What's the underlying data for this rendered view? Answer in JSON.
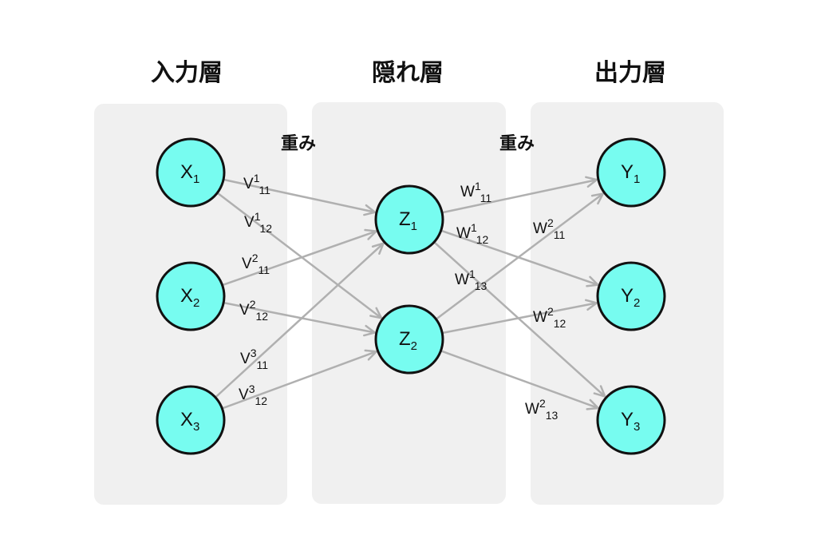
{
  "layers": [
    {
      "id": "input",
      "title": "入力層",
      "nodes": [
        {
          "letter": "X",
          "index": "1"
        },
        {
          "letter": "X",
          "index": "2"
        },
        {
          "letter": "X",
          "index": "3"
        }
      ]
    },
    {
      "id": "hidden",
      "title": "隠れ層",
      "nodes": [
        {
          "letter": "Z",
          "index": "1"
        },
        {
          "letter": "Z",
          "index": "2"
        }
      ]
    },
    {
      "id": "output",
      "title": "出力層",
      "nodes": [
        {
          "letter": "Y",
          "index": "1"
        },
        {
          "letter": "Y",
          "index": "2"
        },
        {
          "letter": "Y",
          "index": "3"
        }
      ]
    }
  ],
  "weights_labels": [
    "重み",
    "重み"
  ],
  "edges": [
    {
      "from": "X1",
      "to": "Z1",
      "label": {
        "base": "V",
        "sup": "1",
        "sub": "11"
      }
    },
    {
      "from": "X1",
      "to": "Z2",
      "label": {
        "base": "V",
        "sup": "1",
        "sub": "12"
      }
    },
    {
      "from": "X2",
      "to": "Z1",
      "label": {
        "base": "V",
        "sup": "2",
        "sub": "11"
      }
    },
    {
      "from": "X2",
      "to": "Z2",
      "label": {
        "base": "V",
        "sup": "2",
        "sub": "12"
      }
    },
    {
      "from": "X3",
      "to": "Z1",
      "label": {
        "base": "V",
        "sup": "3",
        "sub": "11"
      }
    },
    {
      "from": "X3",
      "to": "Z2",
      "label": {
        "base": "V",
        "sup": "3",
        "sub": "12"
      }
    },
    {
      "from": "Z1",
      "to": "Y1",
      "label": {
        "base": "W",
        "sup": "1",
        "sub": "11"
      }
    },
    {
      "from": "Z1",
      "to": "Y2",
      "label": {
        "base": "W",
        "sup": "1",
        "sub": "12"
      }
    },
    {
      "from": "Z1",
      "to": "Y3",
      "label": {
        "base": "W",
        "sup": "1",
        "sub": "13"
      }
    },
    {
      "from": "Z2",
      "to": "Y1",
      "label": {
        "base": "W",
        "sup": "2",
        "sub": "11"
      }
    },
    {
      "from": "Z2",
      "to": "Y2",
      "label": {
        "base": "W",
        "sup": "2",
        "sub": "12"
      }
    },
    {
      "from": "Z2",
      "to": "Y3",
      "label": {
        "base": "W",
        "sup": "2",
        "sub": "13"
      }
    }
  ],
  "colors": {
    "node_fill": "#77fcf0",
    "edge": "#b0b0b0",
    "panel": "#f0f0f0"
  }
}
